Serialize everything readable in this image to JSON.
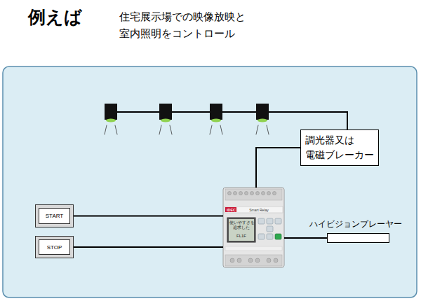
{
  "diagram": {
    "title": "例えば",
    "nodes": [
      {
        "text": [
          "調光器又は 電磁ブレーカー"
        ]
      },
      {
        "text": [
          "START"
        ]
      },
      {
        "text": [
          "STOP"
        ]
      },
      {
        "text": [
          "IDEC",
          "Smart Relay",
          "使いやすさを 追求した",
          "FL1F"
        ]
      },
      {
        "text": [
          "ハイビジョンプレーヤー"
        ]
      }
    ],
    "edges": [
      {
        "from": 1,
        "to": 3,
        "arrow": "none"
      },
      {
        "from": 2,
        "to": 3,
        "arrow": "none"
      },
      {
        "from": 3,
        "to": 0,
        "arrow": "none"
      },
      {
        "from": 3,
        "to": 4,
        "arrow": "none"
      }
    ],
    "labels": [
      "住宅展示場での映像放映と 室内照明をコントロール"
    ]
  }
}
